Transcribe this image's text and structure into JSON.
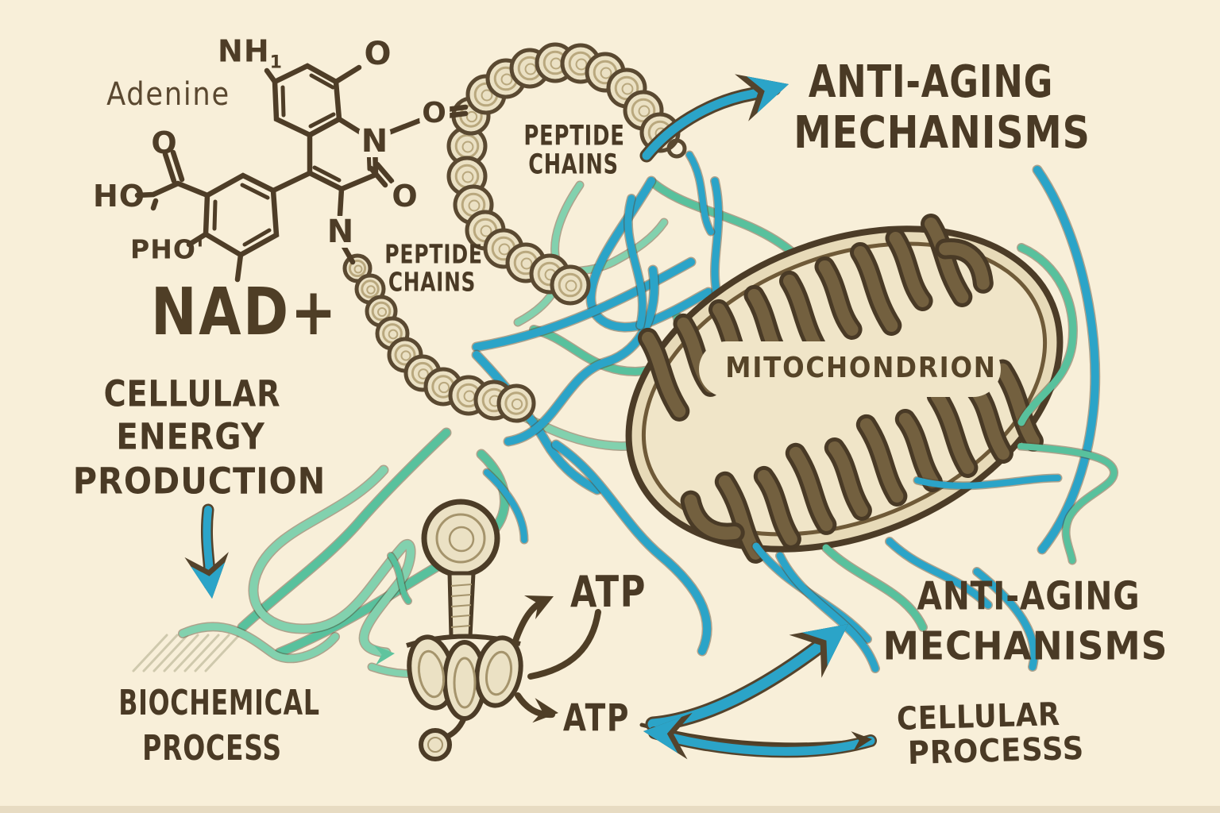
{
  "palette": {
    "background": "#f8efd9",
    "ink": "#4a3a25",
    "molecule_ink": "#4e3d27",
    "blue": "#2ba4c8",
    "green": "#58c19d",
    "green_light": "#82d1ae",
    "bead_fill": "#ebe1c4",
    "mito_dark": "#73603f",
    "mito_cream": "#f0e5c8"
  },
  "molecule": {
    "title": "Adenine",
    "nad": "NAD+",
    "atoms": {
      "nh": "NH",
      "nh_sub": "1",
      "o_top": "O",
      "o_carbonyl": "O",
      "o_ester": "O",
      "o_amide": "O",
      "ho": "HO",
      "pho": "PHO'",
      "n_ring": "N",
      "n_lower": "N"
    }
  },
  "peptide_labels": {
    "inner": {
      "line1": "PEPTIDE",
      "line2": "CHAINS"
    },
    "outer": {
      "line1": "PEPTIDE",
      "line2": "CHAINS"
    }
  },
  "mitochondrion": {
    "label": "MITOCHONDRION"
  },
  "atp": {
    "upper": "ATP",
    "lower": "ATP"
  },
  "headings": {
    "anti_aging_top": {
      "line1": "ANTI-AGING",
      "line2": "MECHANISMS"
    },
    "cellular_energy": {
      "line1": "CELLULAR",
      "line2": "ENERGY",
      "line3": "PRODUCTION"
    },
    "biochemical": {
      "line1": "BIOCHEMICAL",
      "line2": "PROCESS"
    },
    "anti_aging_bottom": {
      "line1": "ANTI-AGING",
      "line2": "MECHANISMS"
    },
    "cellular_process": {
      "line1": "CELLULAR",
      "line2": "PROCESSS"
    }
  }
}
